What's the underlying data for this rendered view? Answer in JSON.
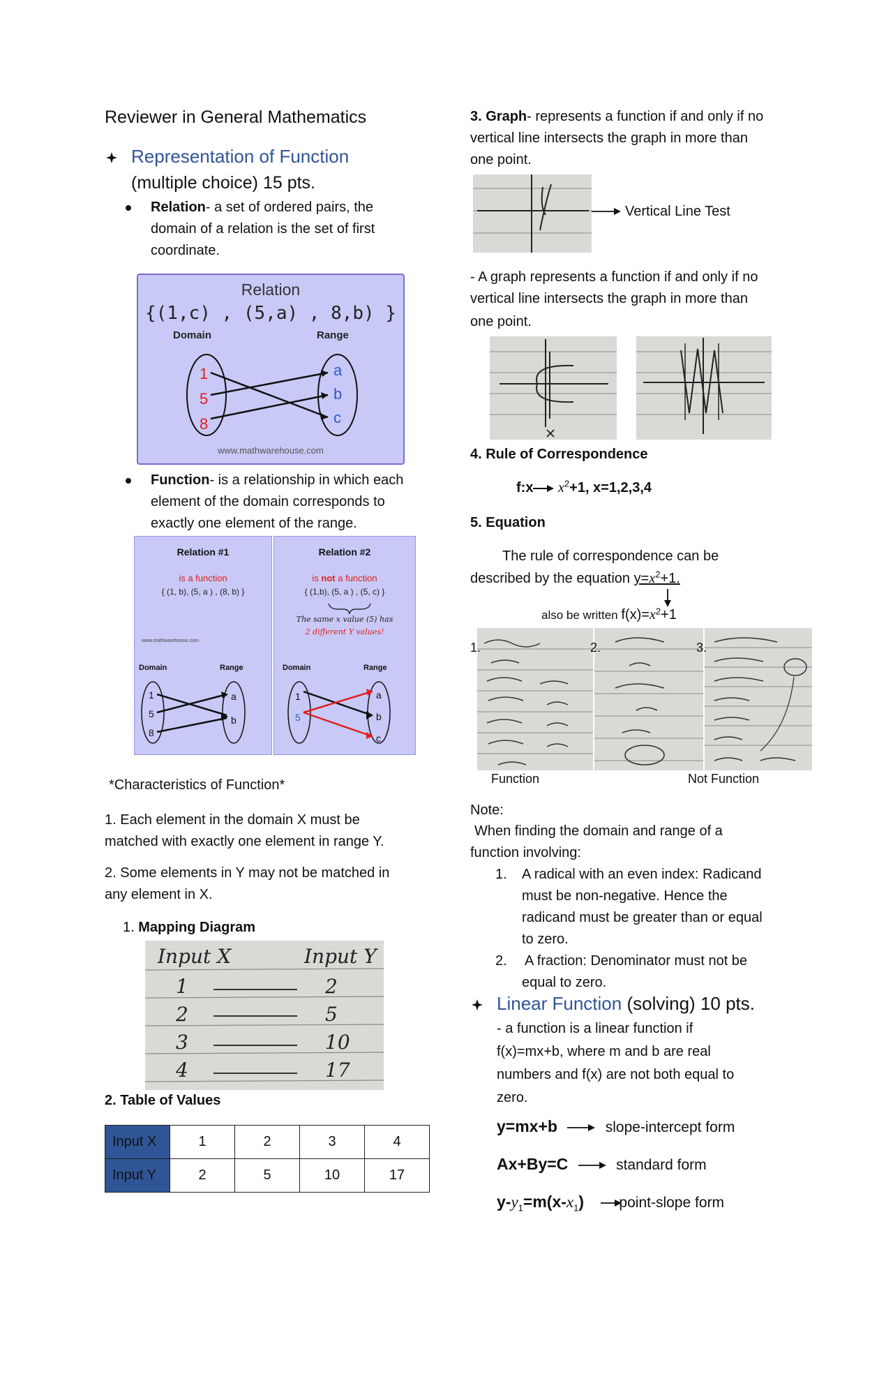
{
  "title": "Reviewer in General Mathematics",
  "rep": {
    "heading": "Representation of Function",
    "sub": "(multiple choice) 15 pts.",
    "relation_term": "Relation",
    "relation_def_1": "- a set of ordered pairs, the",
    "relation_def_2": "domain of a relation is the set of first",
    "relation_def_3": "coordinate.",
    "function_term": "Function",
    "function_def_1": "- is a relationship in which each",
    "function_def_2": "element of the domain corresponds to",
    "function_def_3": "exactly one element of the range."
  },
  "fig_relation": {
    "title": "Relation",
    "set": "{(1,c) , (5,a) , 8,b) }",
    "domain_label": "Domain",
    "range_label": "Range",
    "domain": [
      "1",
      "5",
      "8"
    ],
    "range": [
      "a",
      "b",
      "c"
    ],
    "site": "www.mathwarehouse.com"
  },
  "fig_two": {
    "left_title": "Relation #1",
    "left_status": "is a function",
    "left_set": "{ (1, b), (5, a ) , (8, b) }",
    "left_site": "www.mathwarehouse.com",
    "right_title": "Relation #2",
    "right_prefix": "is",
    "right_not": "not",
    "right_suffix": "a function",
    "right_set": "{ (1,b), (5, a ) , (5, c) }",
    "note_1": "The same  x value (5) has",
    "note_2": "2 different Y values!",
    "domain_label": "Domain",
    "range_label": "Range",
    "left_domain": [
      "1",
      "5",
      "8"
    ],
    "left_range": [
      "a",
      "b"
    ],
    "right_domain": [
      "1",
      "5"
    ],
    "right_range": [
      "a",
      "b",
      "c"
    ]
  },
  "characteristics": {
    "heading": "*Characteristics of Function*",
    "item1_a": "1. Each element in the domain X must be",
    "item1_b": "matched with exactly one element in range Y.",
    "item2_a": "2. Some elements in Y may not be matched in",
    "item2_b": "any element in X."
  },
  "mapping": {
    "number": "1.",
    "heading": "Mapping Diagram",
    "col_x": "Input X",
    "col_y": "Input Y",
    "rows": [
      [
        "1",
        "2"
      ],
      [
        "2",
        "5"
      ],
      [
        "3",
        "10"
      ],
      [
        "4",
        "17"
      ]
    ]
  },
  "table": {
    "heading": "2. Table of Values",
    "row_x_label": "Input X",
    "row_y_label": "Input Y",
    "x": [
      "1",
      "2",
      "3",
      "4"
    ],
    "y": [
      "2",
      "5",
      "10",
      "17"
    ]
  },
  "graph": {
    "number": "3. Graph",
    "def_1": "- represents a function if and only if no",
    "def_2": "vertical line intersects the graph in more than",
    "def_3": "one point.",
    "vlt_label": "Vertical Line Test",
    "p2_1": "- A graph represents a function if and only if no",
    "p2_2": "vertical line intersects the graph in more than",
    "p2_3": "one point."
  },
  "rule": {
    "heading": "4. Rule of Correspondence",
    "prefix": "f:x",
    "var": "x",
    "exp": "2",
    "suffix": "+1, x=1,2,3,4"
  },
  "equation": {
    "heading": "5. Equation",
    "line1": "The rule of correspondence can be",
    "line2": "described by the equation",
    "eq_y": "y=",
    "eq_x": "x",
    "eq_exp": "2",
    "eq_tail": "+1.",
    "also_prefix": "also be written",
    "also_fx": "f(x)=",
    "also_x": "x",
    "also_exp": "2",
    "also_tail": "+1",
    "photo_labels": [
      "1.",
      "2.",
      "3."
    ],
    "caption_function": "Function",
    "caption_not": "Not Function"
  },
  "note": {
    "label": "Note:",
    "intro_1": "When finding the domain and range of a",
    "intro_2": "function involving:",
    "item1_num": "1.",
    "item1_a": "A radical with an even index: Radicand",
    "item1_b": "must be non-negative. Hence the",
    "item1_c": "radicand must be greater than or equal",
    "item1_d": "to zero.",
    "item2_num": "2.",
    "item2_a": "A fraction: Denominator must not be",
    "item2_b": "equal to zero."
  },
  "linear": {
    "heading": "Linear Function",
    "heading_rest": "(solving) 10 pts.",
    "def_1": "-  a function is a linear function if",
    "def_2": "f(x)=mx+b, where m and b are real",
    "def_3": "numbers and f(x) are not both equal to",
    "def_4": "zero.",
    "forms": [
      {
        "eq": "y=mx+b",
        "name": "slope-intercept form"
      },
      {
        "eq": "Ax+By=C",
        "name": "standard form"
      }
    ],
    "ps_a": "y-",
    "ps_y": "y",
    "ps_sub1": "1",
    "ps_b": "=m(x-",
    "ps_x": "x",
    "ps_sub2": "1",
    "ps_c": ")",
    "ps_name": "point-slope form"
  },
  "colors": {
    "accent": "#2f5597",
    "fig_bg": "#c9c9f7",
    "fig_border": "#7b6bd4",
    "red": "#e0201c"
  }
}
